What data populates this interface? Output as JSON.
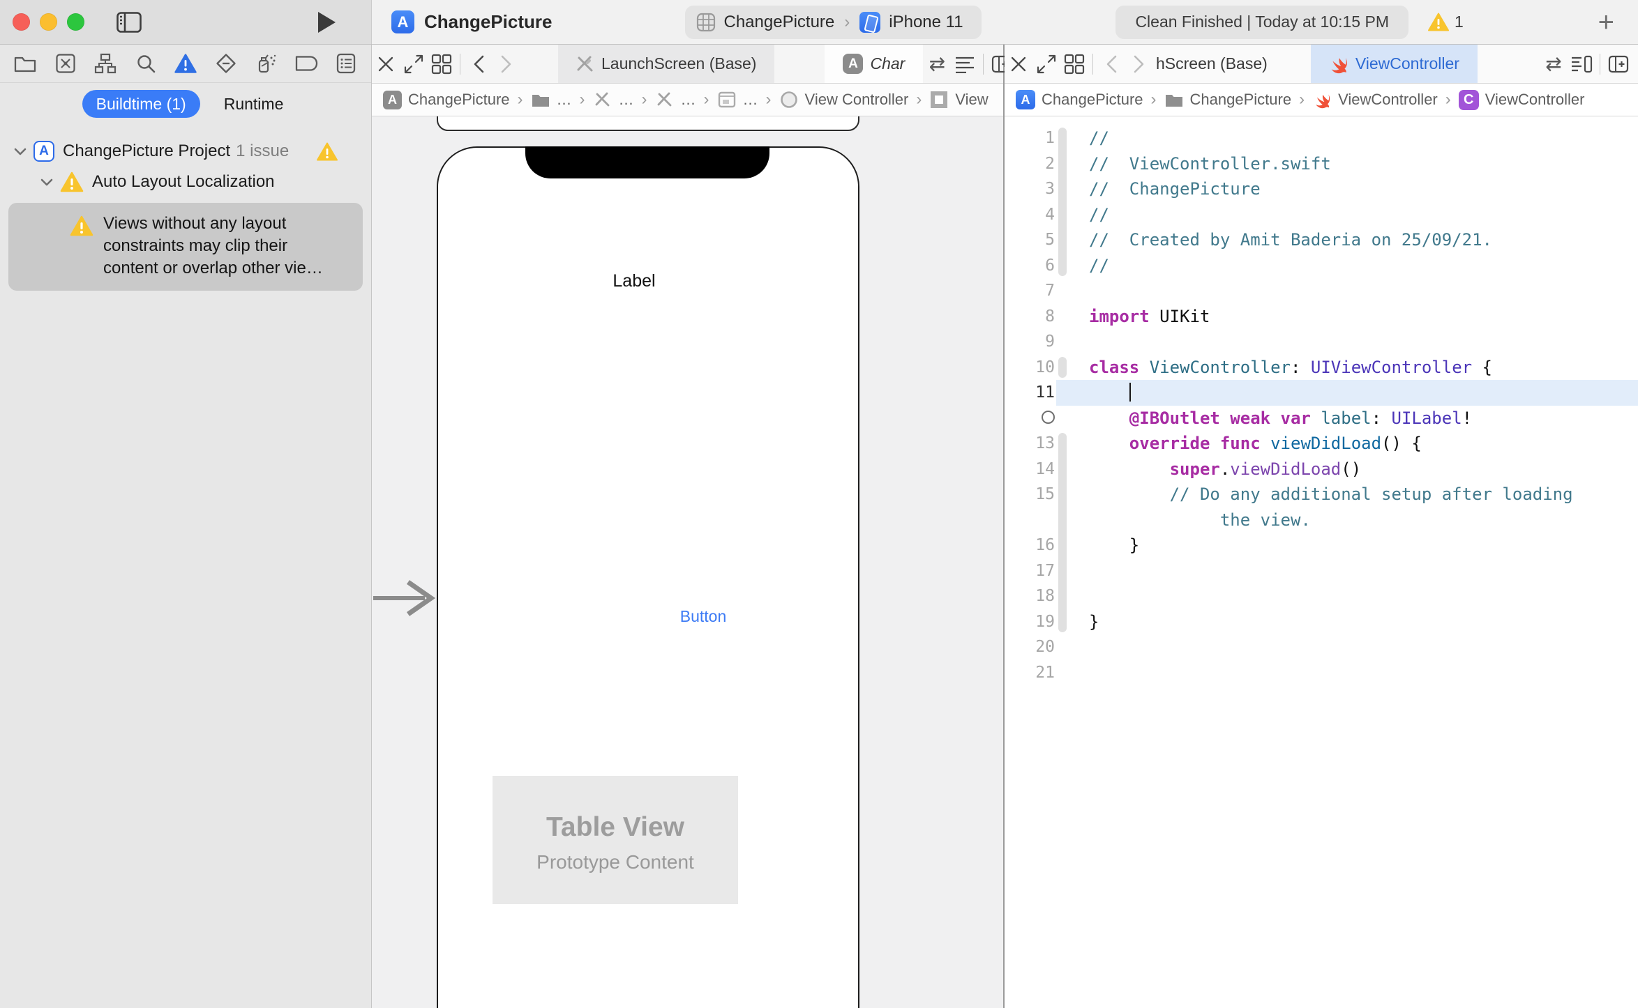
{
  "toolbar": {
    "app_title": "ChangePicture",
    "scheme_project": "ChangePicture",
    "scheme_device": "iPhone 11",
    "status_text": "Clean Finished | Today at 10:15 PM",
    "warning_count": "1",
    "add_label": "+"
  },
  "navigator": {
    "filter_tabs": {
      "buildtime": "Buildtime (1)",
      "runtime": "Runtime"
    },
    "tree": {
      "project_label": "ChangePicture Project",
      "project_issue_count": "1 issue",
      "group_label": "Auto Layout Localization",
      "issue_line1": "Views without any layout",
      "issue_line2": "constraints may clip their",
      "issue_line3": "content or overlap other vie…"
    }
  },
  "interface_editor": {
    "tab_launchscreen": "LaunchScreen (Base)",
    "tab_preview": "Char",
    "breadcrumb": {
      "b0": "ChangePicture",
      "b1": "…",
      "b2": "…",
      "b3": "…",
      "b4": "…",
      "b5": "View Controller",
      "b6": "View"
    },
    "canvas": {
      "label_text": "Label",
      "button_text": "Button",
      "table_title": "Table View",
      "table_subtitle": "Prototype Content"
    }
  },
  "code_editor": {
    "tab_launchscreen": "hScreen (Base)",
    "tab_viewcontroller": "ViewController",
    "breadcrumb": {
      "b0": "ChangePicture",
      "b1": "ChangePicture",
      "b2": "ViewController",
      "b3": "ViewController"
    },
    "lines": [
      {
        "num": "1",
        "ribbon": "start",
        "tokens": [
          {
            "s": "cmt",
            "t": "//"
          }
        ]
      },
      {
        "num": "2",
        "ribbon": "mid",
        "tokens": [
          {
            "s": "cmt",
            "t": "//  ViewController.swift"
          }
        ]
      },
      {
        "num": "3",
        "ribbon": "mid",
        "tokens": [
          {
            "s": "cmt",
            "t": "//  ChangePicture"
          }
        ]
      },
      {
        "num": "4",
        "ribbon": "mid",
        "tokens": [
          {
            "s": "cmt",
            "t": "//"
          }
        ]
      },
      {
        "num": "5",
        "ribbon": "mid",
        "tokens": [
          {
            "s": "cmt",
            "t": "//  Created by Amit Baderia on 25/09/21."
          }
        ]
      },
      {
        "num": "6",
        "ribbon": "end",
        "tokens": [
          {
            "s": "cmt",
            "t": "//"
          }
        ]
      },
      {
        "num": "7",
        "tokens": []
      },
      {
        "num": "8",
        "tokens": [
          {
            "s": "kw",
            "t": "import"
          },
          {
            "s": "plain",
            "t": " UIKit"
          }
        ]
      },
      {
        "num": "9",
        "tokens": []
      },
      {
        "num": "10",
        "ribbon": "solo",
        "tokens": [
          {
            "s": "kw",
            "t": "class"
          },
          {
            "s": "plain",
            "t": " "
          },
          {
            "s": "tdecl",
            "t": "ViewController"
          },
          {
            "s": "plain",
            "t": ": "
          },
          {
            "s": "type",
            "t": "UIViewController"
          },
          {
            "s": "plain",
            "t": " {"
          }
        ]
      },
      {
        "num": "11",
        "selected": true,
        "cursor": true,
        "tokens": [
          {
            "s": "plain",
            "t": "    "
          }
        ]
      },
      {
        "num": "",
        "marker": "circle",
        "tokens": [
          {
            "s": "plain",
            "t": "    "
          },
          {
            "s": "kw",
            "t": "@IBOutlet weak var"
          },
          {
            "s": "plain",
            "t": " "
          },
          {
            "s": "tdecl",
            "t": "label"
          },
          {
            "s": "plain",
            "t": ": "
          },
          {
            "s": "type",
            "t": "UILabel"
          },
          {
            "s": "plain",
            "t": "!"
          }
        ]
      },
      {
        "num": "13",
        "ribbon": "start",
        "tokens": [
          {
            "s": "plain",
            "t": "    "
          },
          {
            "s": "kw",
            "t": "override func"
          },
          {
            "s": "plain",
            "t": " "
          },
          {
            "s": "fn",
            "t": "viewDidLoad"
          },
          {
            "s": "plain",
            "t": "() {"
          }
        ]
      },
      {
        "num": "14",
        "ribbon": "mid",
        "tokens": [
          {
            "s": "plain",
            "t": "        "
          },
          {
            "s": "kw",
            "t": "super"
          },
          {
            "s": "plain",
            "t": "."
          },
          {
            "s": "call",
            "t": "viewDidLoad"
          },
          {
            "s": "plain",
            "t": "()"
          }
        ]
      },
      {
        "num": "15",
        "ribbon": "mid",
        "tokens": [
          {
            "s": "plain",
            "t": "        "
          },
          {
            "s": "cmt",
            "t": "// Do any additional setup after loading"
          }
        ]
      },
      {
        "num": "",
        "ribbon": "mid",
        "tokens": [
          {
            "s": "plain",
            "t": "             "
          },
          {
            "s": "cmt",
            "t": "the view."
          }
        ]
      },
      {
        "num": "16",
        "ribbon": "mid",
        "tokens": [
          {
            "s": "plain",
            "t": "    }"
          }
        ]
      },
      {
        "num": "17",
        "ribbon": "mid",
        "tokens": []
      },
      {
        "num": "18",
        "ribbon": "mid",
        "tokens": []
      },
      {
        "num": "19",
        "ribbon": "end",
        "tokens": [
          {
            "s": "plain",
            "t": "}"
          }
        ]
      },
      {
        "num": "20",
        "tokens": []
      },
      {
        "num": "21",
        "tokens": []
      }
    ]
  },
  "colors": {
    "accent_blue": "#3A7CF7",
    "selected_tab_blue": "#D6E4F8",
    "warning_yellow": "#F8C42D",
    "swift_orange": "#F05138",
    "keyword_magenta": "#A72CA3",
    "comment_teal": "#41798C"
  }
}
